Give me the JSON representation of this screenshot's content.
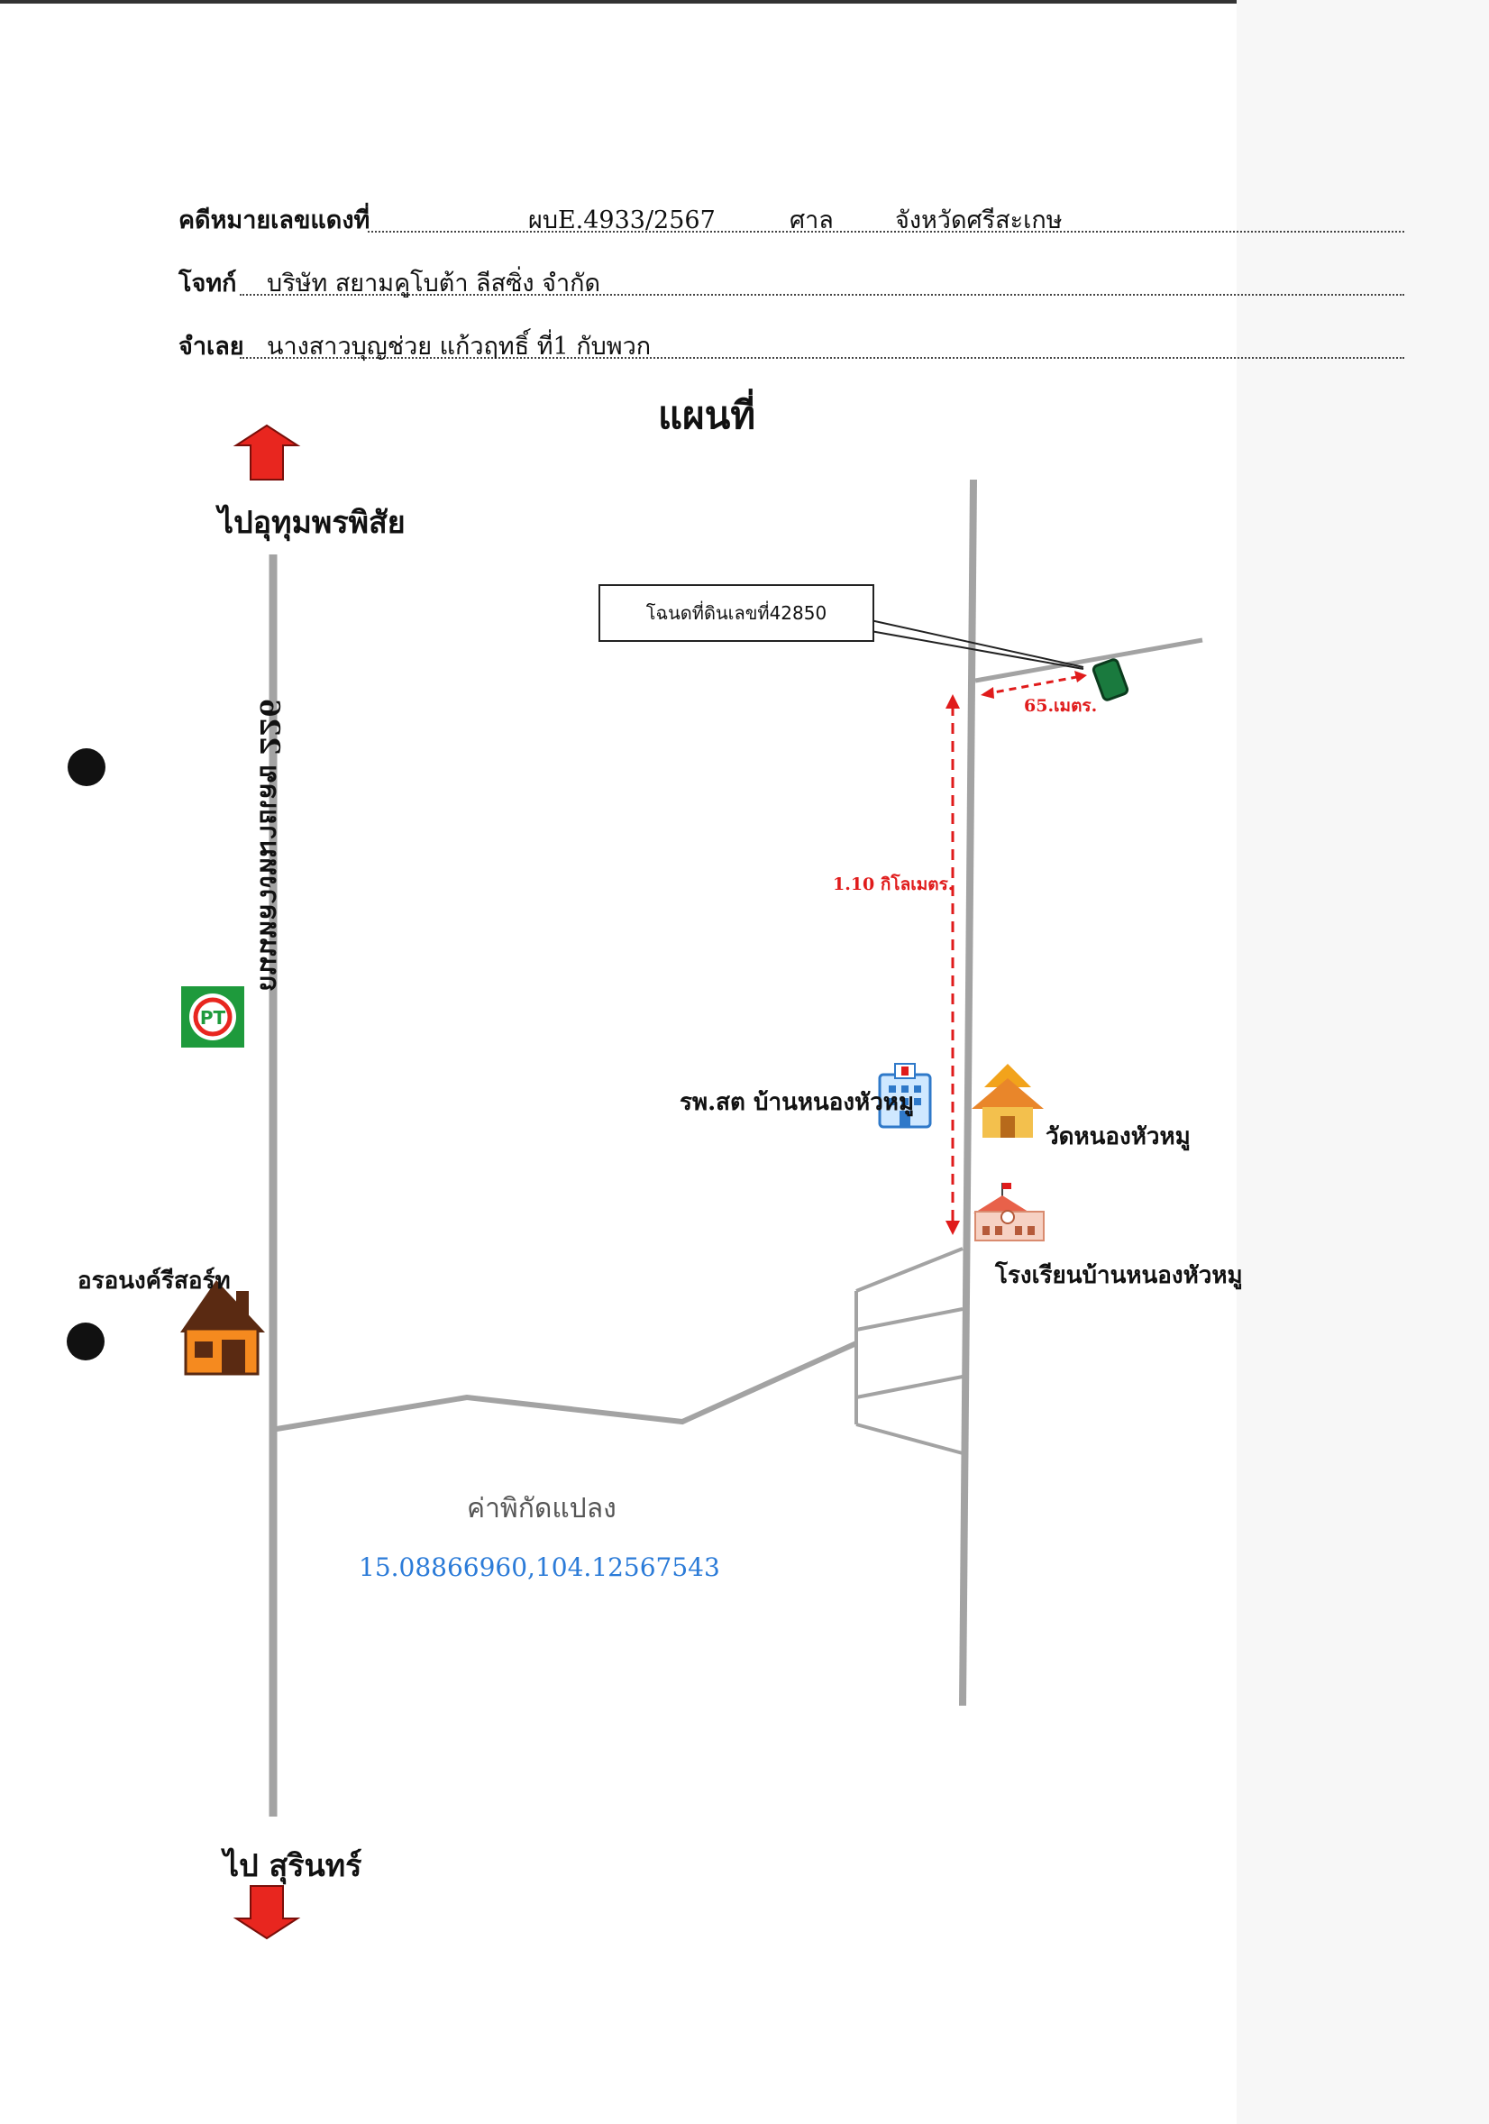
{
  "case": {
    "case_no_label": "คดีหมายเลขแดงที่",
    "case_no_value": "ผบE.4933/2567",
    "court_label": "ศาล",
    "court_value": "จังหวัดศรีสะเกษ",
    "plaintiff_label": "โจทก์",
    "plaintiff_value": "บริษัท สยามคูโบต้า ลีสซิ่ง จำกัด",
    "defendant_label": "จำเลย",
    "defendant_value": "นางสาวบุญช่วย  แก้วฤทธิ์   ที่1 กับพวก"
  },
  "map": {
    "title": "แผนที่",
    "north_direction": "ไปอุทุมพรพิสัย",
    "south_direction": "ไป สุรินทร์",
    "highway_label": "ถนนหลวงหมายเลข 226",
    "deed_label": "โฉนดที่ดินเลขที่42850",
    "distance_short": "65.เมตร.",
    "distance_long": "1.10 กิโลเมตร.",
    "hospital_label": "รพ.สต บ้านหนองหัวหมู",
    "temple_label": "วัดหนองหัวหมู",
    "school_label": "โรงเรียนบ้านหนองหัวหมู",
    "resort_label": "อรอนงค์รีสอร์ท",
    "coord_title": "ค่าพิกัดแปลง",
    "coord_value": "15.08866960,104.12567543",
    "colors": {
      "road": "#a3a3a3",
      "arrow_red": "#e8261f",
      "distance_red": "#e01b1b",
      "plot_green": "#1a7a3e",
      "coord_blue": "#2b7bd8"
    },
    "icons": [
      "hospital-icon",
      "temple-icon",
      "school-icon",
      "house-icon",
      "gas-station-logo"
    ]
  }
}
